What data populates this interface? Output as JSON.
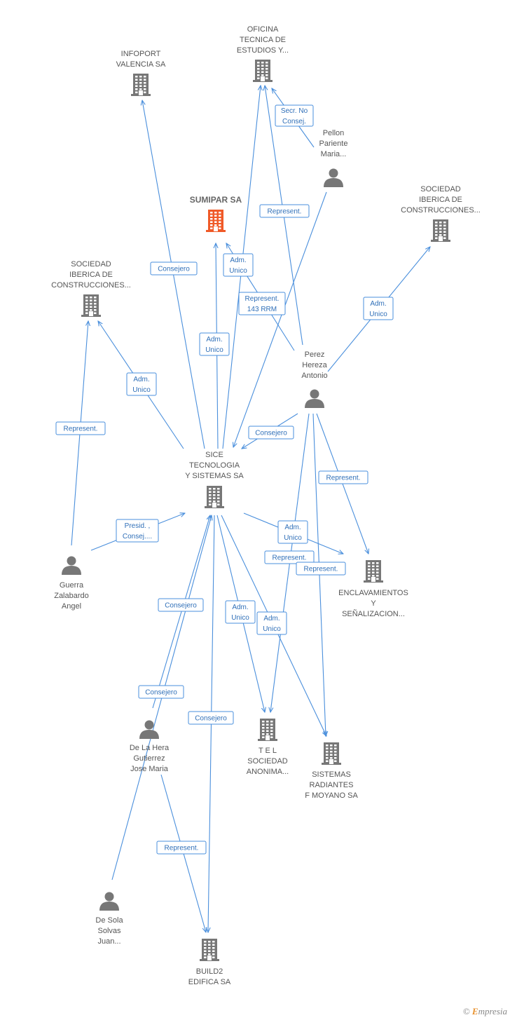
{
  "nodes": {
    "infoport": {
      "type": "company",
      "lines": [
        "INFOPORT",
        "VALENCIA SA"
      ]
    },
    "oficina": {
      "type": "company",
      "lines": [
        "OFICINA",
        "TECNICA DE",
        "ESTUDIOS Y..."
      ]
    },
    "sumipar": {
      "type": "company-main",
      "lines": [
        "SUMIPAR SA"
      ]
    },
    "pellon": {
      "type": "person",
      "lines": [
        "Pellon",
        "Pariente",
        "Maria..."
      ]
    },
    "sib_right": {
      "type": "company",
      "lines": [
        "SOCIEDAD",
        "IBERICA DE",
        "CONSTRUCCIONES..."
      ]
    },
    "sib_left": {
      "type": "company",
      "lines": [
        "SOCIEDAD",
        "IBERICA DE",
        "CONSTRUCCIONES..."
      ]
    },
    "perez": {
      "type": "person",
      "lines": [
        "Perez",
        "Hereza",
        "Antonio"
      ]
    },
    "sice": {
      "type": "company",
      "lines": [
        "SICE",
        "TECNOLOGIA",
        "Y SISTEMAS SA"
      ]
    },
    "guerra": {
      "type": "person",
      "lines": [
        "Guerra",
        "Zalabardo",
        "Angel"
      ]
    },
    "enclav": {
      "type": "company",
      "lines": [
        "ENCLAVAMIENTOS",
        "Y",
        "SEÑALIZACION..."
      ]
    },
    "delahera": {
      "type": "person",
      "lines": [
        "De La Hera",
        "Gutierrez",
        "Jose Maria"
      ]
    },
    "tel": {
      "type": "company",
      "lines": [
        "T E L",
        "SOCIEDAD",
        "ANONIMA..."
      ]
    },
    "sistemas": {
      "type": "company",
      "lines": [
        "SISTEMAS",
        "RADIANTES",
        "F MOYANO SA"
      ]
    },
    "desola": {
      "type": "person",
      "lines": [
        "De Sola",
        "Solvas",
        "Juan..."
      ]
    },
    "build2": {
      "type": "company",
      "lines": [
        "BUILD2",
        "EDIFICA SA"
      ]
    }
  },
  "edge_labels": [
    {
      "id": "secr",
      "lines": [
        "Secr.  No",
        "Consej."
      ]
    },
    {
      "id": "rep_oficina",
      "lines": [
        "Represent."
      ]
    },
    {
      "id": "consejero_infoport",
      "lines": [
        "Consejero"
      ]
    },
    {
      "id": "adm_sumipar",
      "lines": [
        "Adm.",
        "Unico"
      ]
    },
    {
      "id": "rep143",
      "lines": [
        "Represent.",
        "143 RRM"
      ]
    },
    {
      "id": "adm_sice_oficina",
      "lines": [
        "Adm.",
        "Unico"
      ]
    },
    {
      "id": "adm_sib_right",
      "lines": [
        "Adm.",
        "Unico"
      ]
    },
    {
      "id": "adm_sib_left",
      "lines": [
        "Adm.",
        "Unico"
      ]
    },
    {
      "id": "rep_guerra",
      "lines": [
        "Represent."
      ]
    },
    {
      "id": "consejero_perez",
      "lines": [
        "Consejero"
      ]
    },
    {
      "id": "rep_enclav",
      "lines": [
        "Represent."
      ]
    },
    {
      "id": "presid",
      "lines": [
        "Presid. ,",
        "Consej...."
      ]
    },
    {
      "id": "adm_tel_perez",
      "lines": [
        "Adm.",
        "Unico"
      ]
    },
    {
      "id": "rep_enclav2",
      "lines": [
        "Represent."
      ]
    },
    {
      "id": "rep_enclav3",
      "lines": [
        "Represent."
      ]
    },
    {
      "id": "consejero_hera",
      "lines": [
        "Consejero"
      ]
    },
    {
      "id": "adm_tel",
      "lines": [
        "Adm.",
        "Unico"
      ]
    },
    {
      "id": "adm_sist",
      "lines": [
        "Adm.",
        "Unico"
      ]
    },
    {
      "id": "consejero_desola",
      "lines": [
        "Consejero"
      ]
    },
    {
      "id": "consejero_build",
      "lines": [
        "Consejero"
      ]
    },
    {
      "id": "rep_build",
      "lines": [
        "Represent."
      ]
    }
  ],
  "footer": {
    "copyright": "©",
    "brand_initial": "E",
    "brand_rest": "mpresia"
  },
  "colors": {
    "edge": "#4a8fdc",
    "icon": "#777777",
    "main_icon": "#f05a28"
  }
}
